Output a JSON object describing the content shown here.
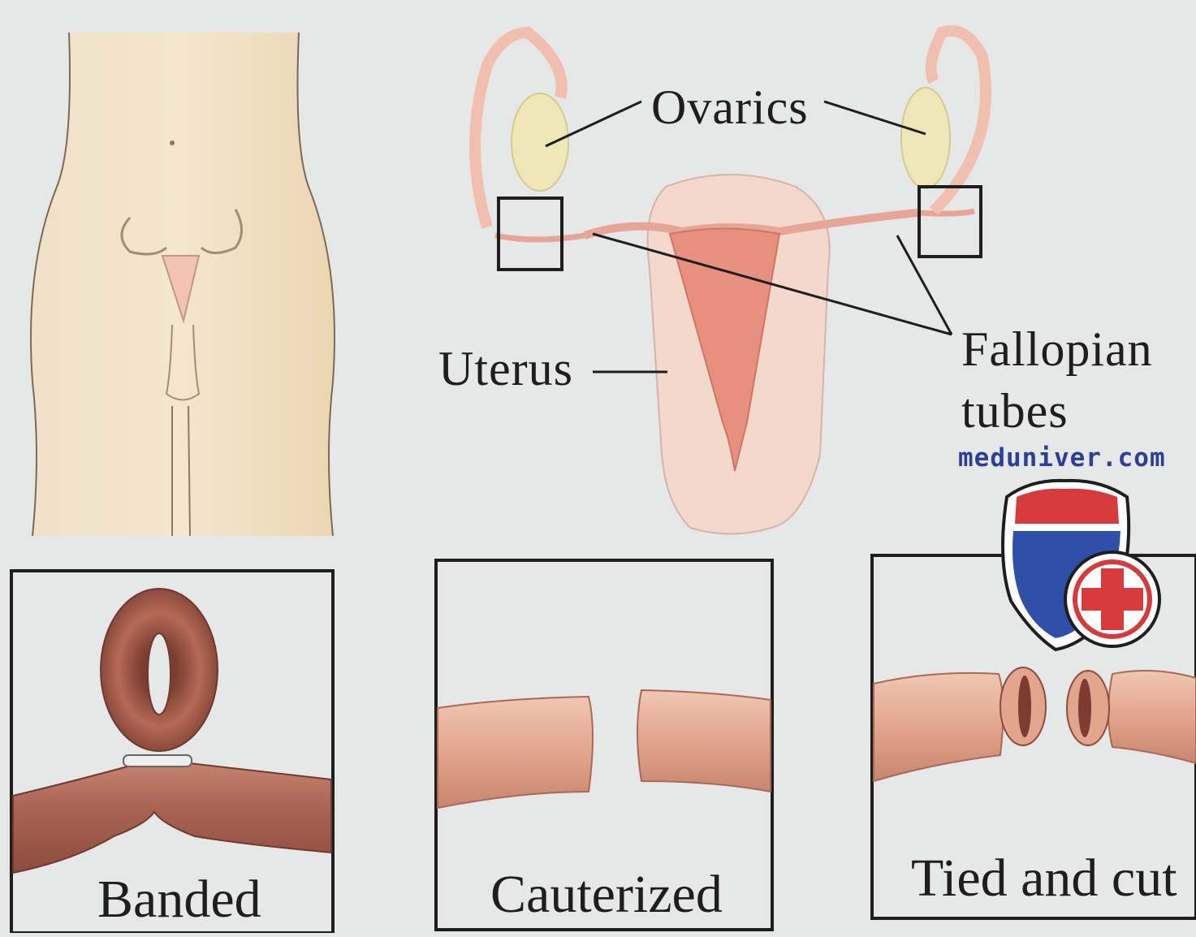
{
  "labels": {
    "ovaries": "Ovarics",
    "uterus": "Uterus",
    "fallopian_line1": "Fallopian",
    "fallopian_line2": "tubes",
    "watermark": "meduniver.com"
  },
  "panels": [
    {
      "id": "banded",
      "caption": "Banded"
    },
    {
      "id": "cauterized",
      "caption": "Cauterized"
    },
    {
      "id": "tied",
      "caption": "Tied and cut"
    }
  ],
  "colors": {
    "background": "#e6e7e7",
    "skin": "#f1dfc0",
    "uterus_fill": "#f2c9bd",
    "uterus_cavity": "#e8887a",
    "tube_fill": "#b06a58",
    "cauterized_tube": "#e7b29c",
    "logo_red": "#d63a3a",
    "logo_blue": "#2f4fa8"
  },
  "icons": [
    "medical-cross-logo-icon"
  ]
}
